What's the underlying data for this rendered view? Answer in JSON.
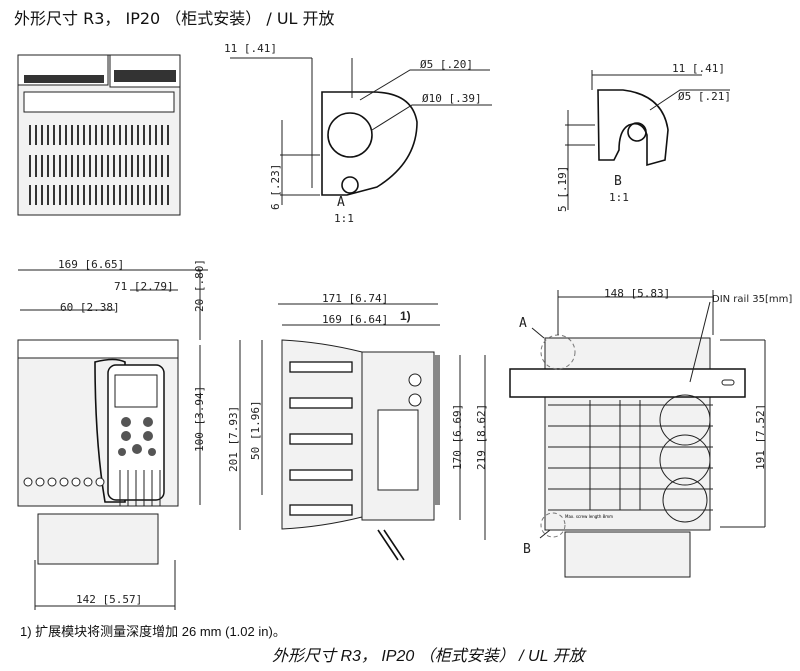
{
  "title": "外形尺寸 R3， IP20 （柜式安装） / UL 开放",
  "footnote": "1) 扩展模块将测量深度增加 26 mm (1.02 in)。",
  "caption": "外形尺寸 R3， IP20 （柜式安装） / UL 开放",
  "detail_a": {
    "width": "11 [.41]",
    "hole_small": "Ø5 [.20]",
    "hole_large": "Ø10 [.39]",
    "height": "6 [.23]",
    "label": "A",
    "scale": "1:1"
  },
  "detail_b": {
    "width": "11 [.41]",
    "hole": "Ø5 [.21]",
    "height": "5 [.19]",
    "label": "B",
    "scale": "1:1"
  },
  "front_view": {
    "width_total": "169 [6.65]",
    "width_panel": "71 [2.79]",
    "width_left": "60 [2.38]",
    "height_top": "20 [.80]",
    "height_panel": "100 [3.94]",
    "width_bottom": "142 [5.57]"
  },
  "side_view": {
    "depth_total": "171 [6.74]",
    "depth": "169 [6.64]",
    "footnote_ref": "1)",
    "height_total": "201 [7.93]",
    "height_offset": "50 [1.96]",
    "height_body": "170 [6.69]",
    "height_with_plate": "219 [8.62]"
  },
  "back_view": {
    "hole_spacing": "148 [5.83]",
    "din_rail": "DIN rail 35[mm]",
    "label_a": "A",
    "label_b": "B",
    "height": "191 [7.52]",
    "screw_note": "Max. screw length 8mm"
  }
}
